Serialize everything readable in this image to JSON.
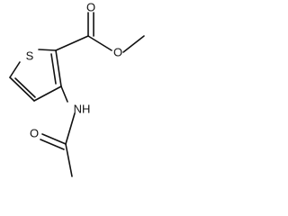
{
  "molecule": {
    "atoms": {
      "sulfur": "S",
      "ester_carbonyl_oxygen": "O",
      "ester_ether_oxygen": "O",
      "amide_nitrogen": "NH",
      "amide_carbonyl_oxygen": "O"
    }
  }
}
